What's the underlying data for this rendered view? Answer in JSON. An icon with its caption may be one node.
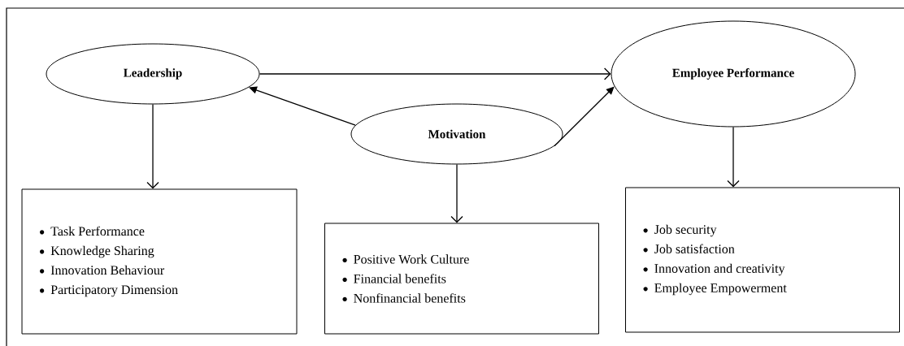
{
  "diagram": {
    "nodes": [
      {
        "text": [
          "Leadership"
        ]
      },
      {
        "text": [
          "Employee Performance"
        ]
      },
      {
        "text": [
          "Motivation"
        ]
      },
      {
        "text": [
          "Task Performance",
          "Knowledge Sharing",
          "Innovation Behaviour",
          "Participatory Dimension"
        ]
      },
      {
        "text": [
          "Positive Work Culture",
          "Financial benefits",
          "Nonfinancial benefits"
        ]
      },
      {
        "text": [
          "Job security",
          "Job satisfaction",
          "Innovation and creativity",
          "Employee Empowerment"
        ]
      }
    ],
    "edges": [
      {
        "from": 0,
        "to": 1,
        "arrow": "to"
      },
      {
        "from": 2,
        "to": 0,
        "arrow": "to"
      },
      {
        "from": 2,
        "to": 1,
        "arrow": "to"
      },
      {
        "from": 0,
        "to": 3,
        "arrow": "to"
      },
      {
        "from": 2,
        "to": 4,
        "arrow": "to"
      },
      {
        "from": 1,
        "to": 5,
        "arrow": "to"
      }
    ]
  }
}
